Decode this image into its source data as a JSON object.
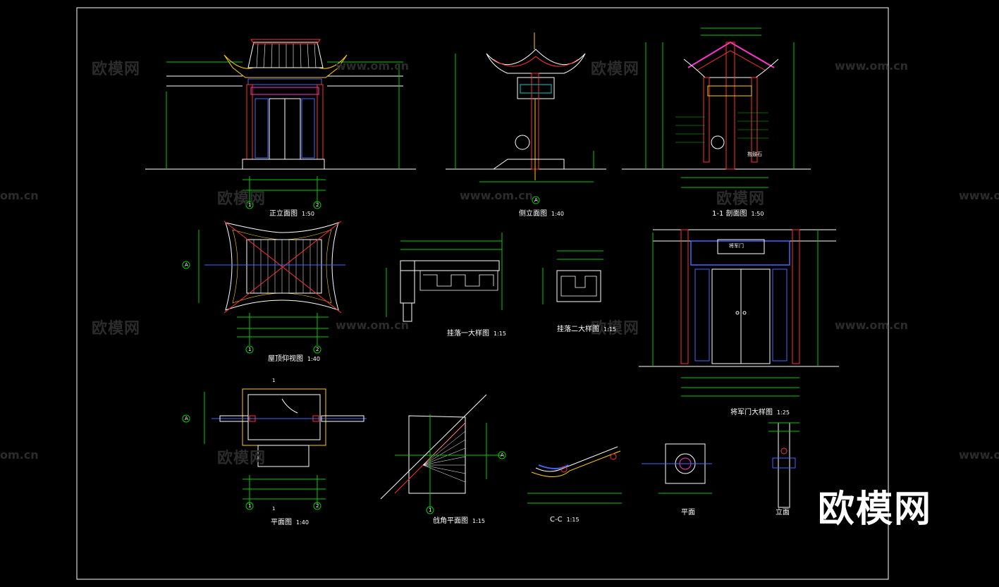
{
  "watermarks": {
    "brand_cn": "欧模网",
    "url_full": "www.om.cn",
    "url_short": "om.cn"
  },
  "brand_logo_text": "欧模网",
  "drawings": [
    {
      "id": "front-elevation",
      "caption": "正立面图",
      "scale": "1:50"
    },
    {
      "id": "side-elevation",
      "caption": "侧立面图",
      "scale": "1:40"
    },
    {
      "id": "section-1-1",
      "caption": "1-1  剖面图",
      "scale": "1:50"
    },
    {
      "id": "roof-framing-plan",
      "caption": "屋顶仰视图",
      "scale": "1:40"
    },
    {
      "id": "lattice-detail-1",
      "caption": "挂落一大样图",
      "scale": "1:15"
    },
    {
      "id": "lattice-detail-2",
      "caption": "挂落二大样图",
      "scale": "1:15"
    },
    {
      "id": "gate-detail",
      "caption": "将军门大样图",
      "scale": "1:25"
    },
    {
      "id": "floor-plan",
      "caption": "平面图",
      "scale": "1:40"
    },
    {
      "id": "corner-plan",
      "caption": "戗角平面图",
      "scale": "1:15"
    },
    {
      "id": "section-c-c",
      "caption": "C-C",
      "scale": "1:15"
    },
    {
      "id": "plan-detail",
      "caption": "平面",
      "scale": ""
    },
    {
      "id": "elevation-detail",
      "caption": "立面",
      "scale": ""
    }
  ],
  "grid_labels": {
    "one": "1",
    "two": "2",
    "a": "A",
    "cut": "1"
  },
  "annotations": {
    "door_plaque": "将军门",
    "side_note": "抱鼓石",
    "label_a": "A",
    "dim_1": "1-1"
  },
  "colors": {
    "background": "#000000",
    "frame": "#ffffff",
    "dimension": "#00cc00",
    "outline": "#ffffff",
    "accent_red": "#ff3030",
    "accent_magenta": "#ff33cc",
    "accent_yellow": "#ffcc00",
    "accent_blue": "#4466ff",
    "accent_cyan": "#00cccc"
  }
}
